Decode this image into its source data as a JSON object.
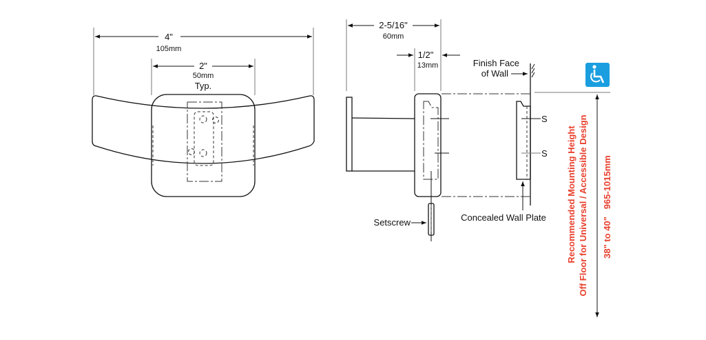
{
  "front_view": {
    "overall_width": "4\"",
    "overall_width_mm": "105mm",
    "plate_width": "2\"",
    "plate_width_mm": "50mm",
    "plate_note": "Typ."
  },
  "side_view": {
    "projection": "2-5/16\"",
    "projection_mm": "60mm",
    "plate_depth": "1/2\"",
    "plate_depth_mm": "13mm",
    "wall_label_line1": "Finish Face",
    "wall_label_line2": "of Wall",
    "screw_mark_1": "S",
    "screw_mark_2": "S",
    "setscrew_label": "Setscrew",
    "wall_plate_label": "Concealed Wall Plate"
  },
  "mounting": {
    "icon": "wheelchair-accessibility-icon",
    "icon_color": "#1a9ee0",
    "text_color": "#e8412e",
    "line1": "Recommended Mounting Height",
    "line2": "Off Floor for Universal / Accessible Design",
    "height": "38\" to 40\"   965-1015mm"
  }
}
